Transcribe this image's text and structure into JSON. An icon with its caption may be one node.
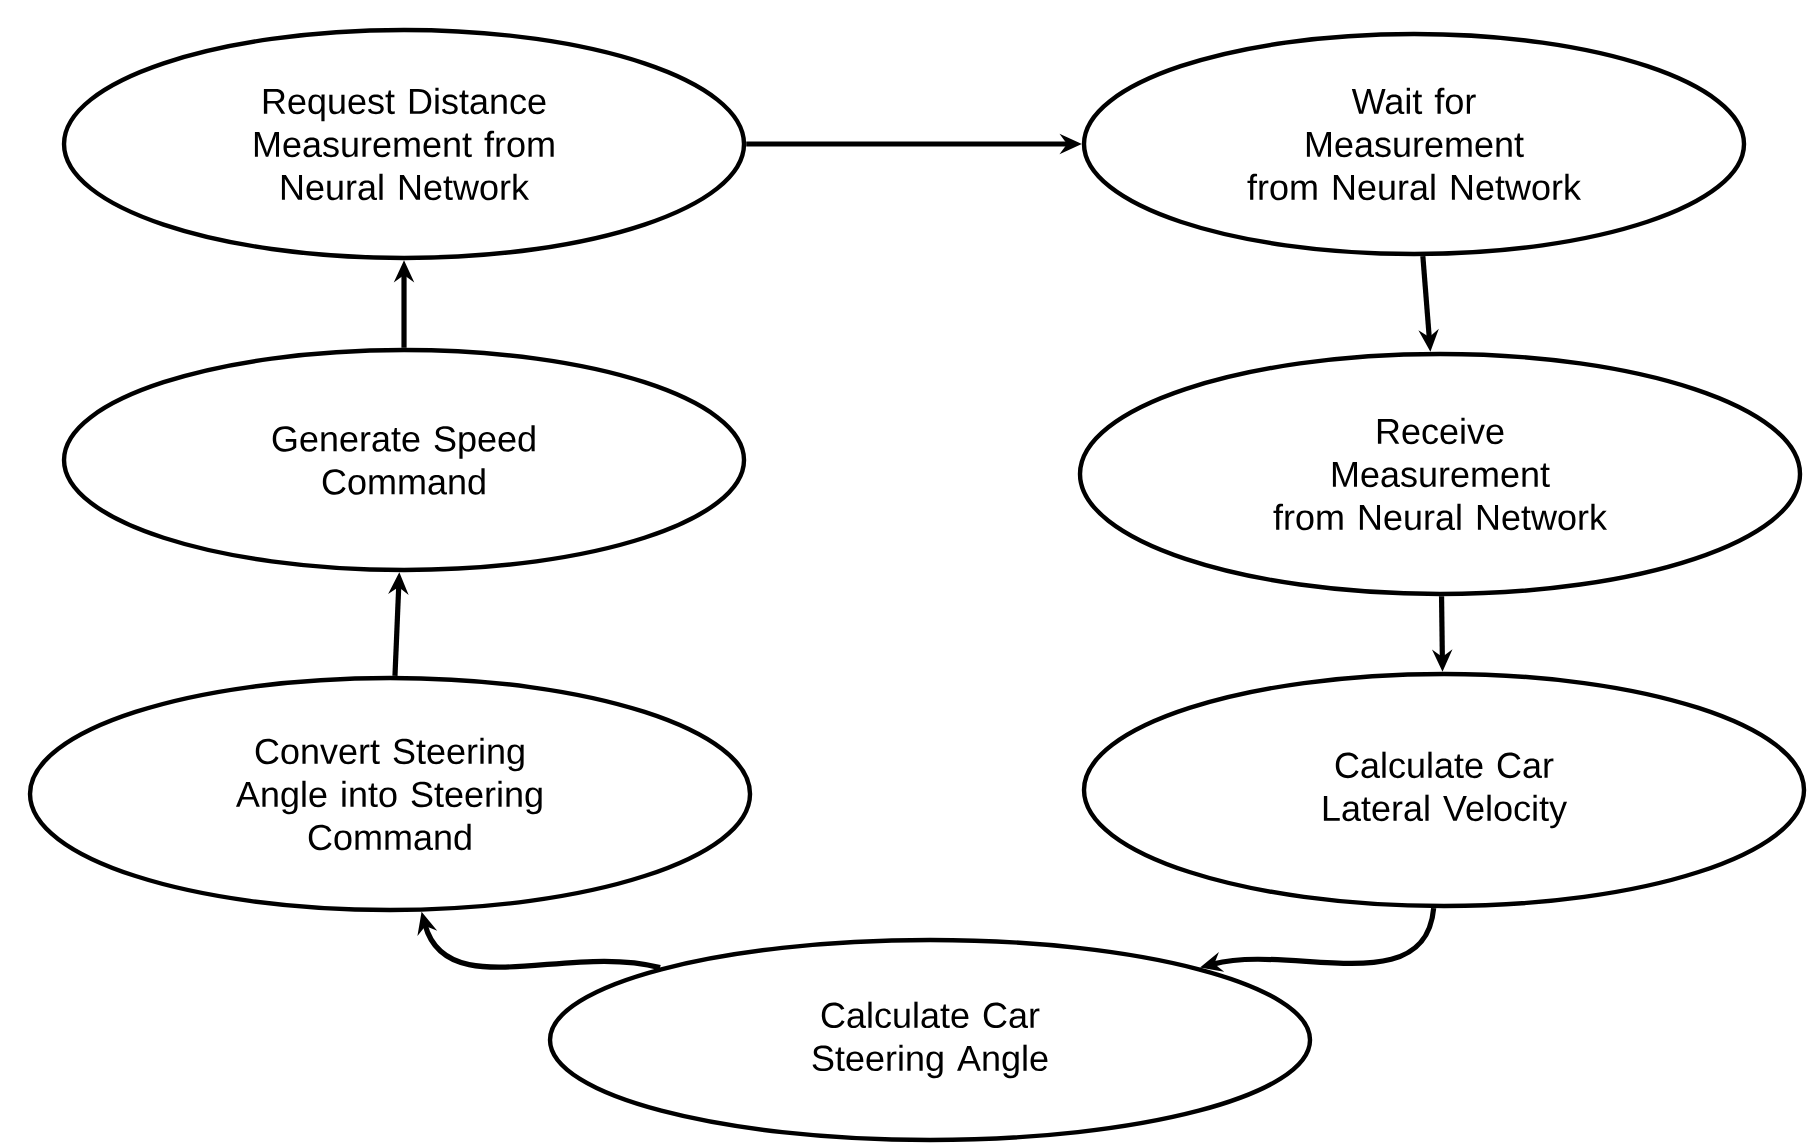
{
  "diagram": {
    "nodes": [
      {
        "text": [
          "Request Distance Measurement from Neural Network"
        ]
      },
      {
        "text": [
          "Wait for Measurement from Neural Network"
        ]
      },
      {
        "text": [
          "Receive Measurement from Neural Network"
        ]
      },
      {
        "text": [
          "Calculate Car Lateral Velocity"
        ]
      },
      {
        "text": [
          "Calculate Car Steering Angle"
        ]
      },
      {
        "text": [
          "Convert Steering Angle into Steering Command"
        ]
      },
      {
        "text": [
          "Generate Speed Command"
        ]
      }
    ],
    "edges": [
      {
        "from": 0,
        "to": 1,
        "arrow": "to"
      },
      {
        "from": 1,
        "to": 2,
        "arrow": "to"
      },
      {
        "from": 2,
        "to": 3,
        "arrow": "to"
      },
      {
        "from": 3,
        "to": 4,
        "arrow": "to"
      },
      {
        "from": 4,
        "to": 5,
        "arrow": "to"
      },
      {
        "from": 5,
        "to": 6,
        "arrow": "to"
      },
      {
        "from": 6,
        "to": 0,
        "arrow": "to"
      }
    ]
  }
}
